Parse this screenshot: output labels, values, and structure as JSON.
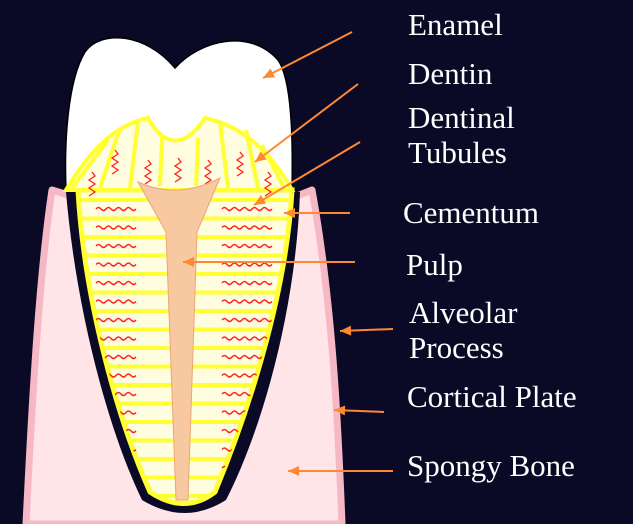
{
  "diagram": {
    "labels": {
      "enamel": "Enamel",
      "dentin": "Dentin",
      "dentinal_tubules_1": "Dentinal",
      "dentinal_tubules_2": "Tubules",
      "cementum": "Cementum",
      "pulp": "Pulp",
      "alveolar_process_1": "Alveolar",
      "alveolar_process_2": "Process",
      "cortical_plate": "Cortical Plate",
      "spongy_bone": "Spongy Bone"
    },
    "colors": {
      "background": "#0a0a26",
      "enamel": "#ffffff",
      "dentin": "#ffff33",
      "dentin_fill": "#fffde0",
      "pulp": "#f8c8a0",
      "bone": "#ffe4e8",
      "cortical_plate": "#f5b8c4",
      "tubule_lines": "#ff2020",
      "arrow": "#ff8833",
      "label_text": "#ffffff"
    }
  }
}
